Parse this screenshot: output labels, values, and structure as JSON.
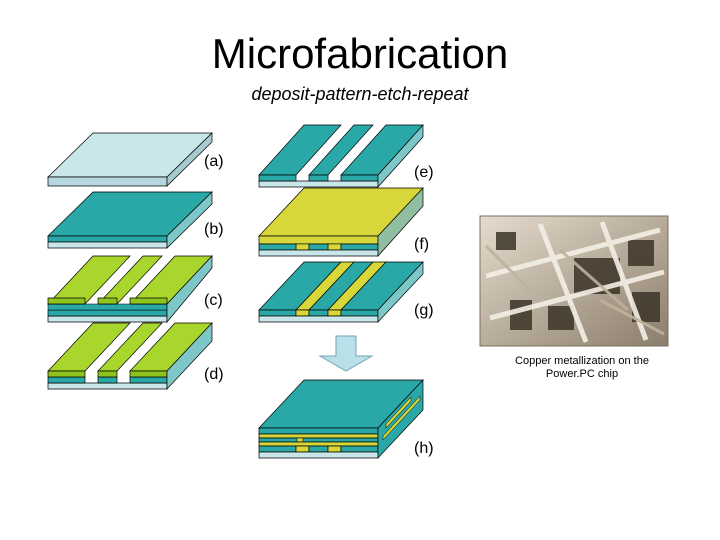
{
  "title": "Microfabrication",
  "subtitle": "deposit-pattern-etch-repeat",
  "steps": {
    "a": "(a)",
    "b": "(b)",
    "c": "(c)",
    "d": "(d)",
    "e": "(e)",
    "f": "(f)",
    "g": "(g)",
    "h": "(h)"
  },
  "photo_caption": "Copper metallization on the Power.PC chip",
  "colors": {
    "substrate": "#c9e6ea",
    "teal": "#2aa8a8",
    "lime": "#a9d62c",
    "yellow": "#d7d63a",
    "arrow": "#b9dfe8",
    "outline": "#000000"
  }
}
